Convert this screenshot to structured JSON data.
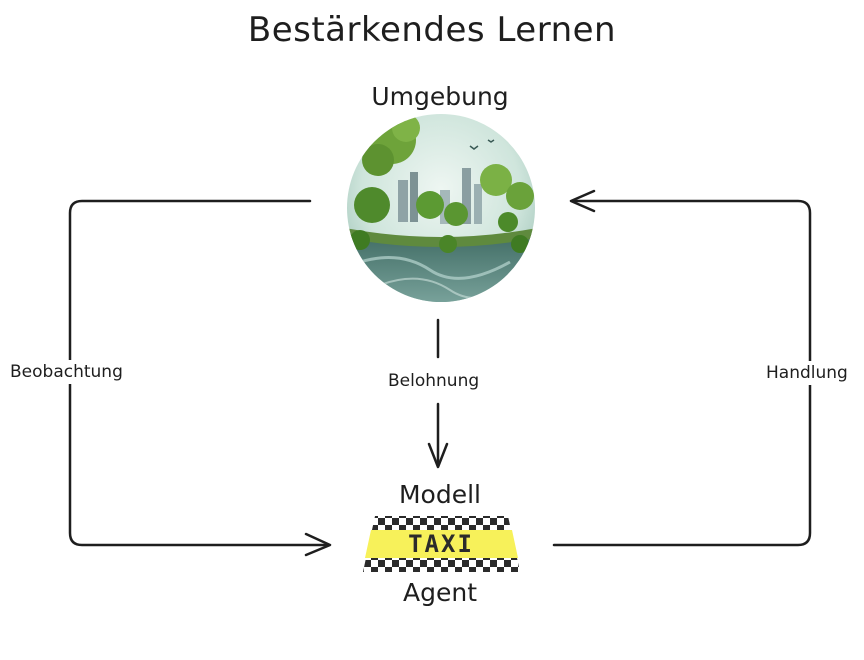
{
  "title": "Bestärkendes Lernen",
  "nodes": {
    "environment": {
      "label": "Umgebung",
      "icon": "earth-island-icon"
    },
    "agent": {
      "top_label": "Modell",
      "taxi_sign": "TAXI",
      "bottom_label": "Agent",
      "icon": "taxi-sign-icon"
    }
  },
  "edges": {
    "observation": "Beobachtung",
    "reward": "Belohnung",
    "action": "Handlung"
  },
  "colors": {
    "stroke": "#1e1e1e",
    "taxi_yellow": "#f7f15a",
    "checker_dark": "#2b2b2b"
  }
}
